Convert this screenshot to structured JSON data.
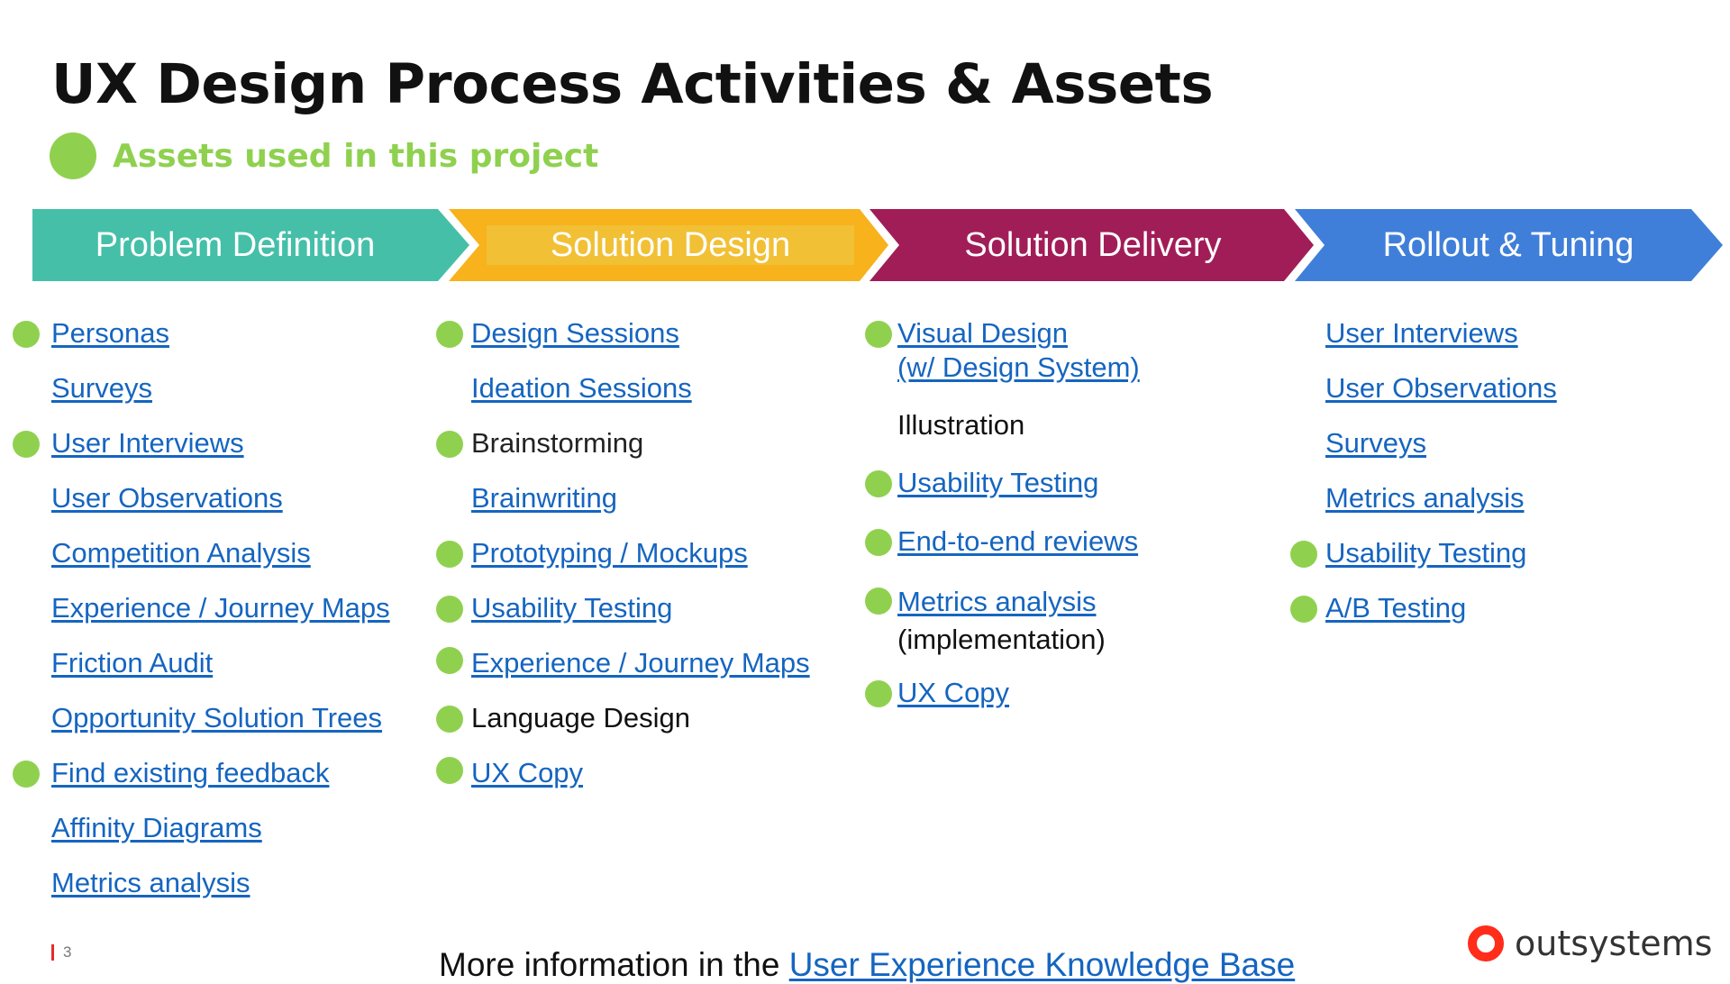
{
  "title": "UX Design Process Activities & Assets",
  "legend": {
    "label": "Assets used in this project",
    "color": "#8fd14f"
  },
  "phases": [
    {
      "label": "Problem Definition",
      "color": "#45bfa8"
    },
    {
      "label": "Solution Design",
      "color": "#f7b21c"
    },
    {
      "label": "Solution Delivery",
      "color": "#a11d57"
    },
    {
      "label": "Rollout & Tuning",
      "color": "#3f7fd9"
    }
  ],
  "columns": [
    [
      {
        "label": "Personas",
        "used": true,
        "link": true
      },
      {
        "label": "Surveys",
        "used": false,
        "link": true
      },
      {
        "label": "User Interviews",
        "used": true,
        "link": true
      },
      {
        "label": "User Observations",
        "used": false,
        "link": true
      },
      {
        "label": "Competition Analysis",
        "used": false,
        "link": true
      },
      {
        "label": "Experience / Journey Maps",
        "used": false,
        "link": true
      },
      {
        "label": "Friction Audit",
        "used": false,
        "link": true
      },
      {
        "label": "Opportunity Solution Trees",
        "used": false,
        "link": true
      },
      {
        "label": "Find existing feedback",
        "used": true,
        "link": true
      },
      {
        "label": "Affinity Diagrams",
        "used": false,
        "link": true
      },
      {
        "label": "Metrics analysis",
        "used": false,
        "link": true
      }
    ],
    [
      {
        "label": "Design Sessions",
        "used": true,
        "link": true
      },
      {
        "label": "Ideation Sessions",
        "used": false,
        "link": true
      },
      {
        "label": "Brainstorming",
        "used": true,
        "link": false
      },
      {
        "label": "Brainwriting",
        "used": false,
        "link": true
      },
      {
        "label": "Prototyping / Mockups",
        "used": true,
        "link": true
      },
      {
        "label": "Usability Testing",
        "used": true,
        "link": true
      },
      {
        "label": "Experience / Journey Maps",
        "used": true,
        "link": true
      },
      {
        "label": "Language Design",
        "used": true,
        "link": false
      },
      {
        "label": "UX Copy",
        "used": true,
        "link": true
      }
    ],
    [
      {
        "label": "Visual Design",
        "label2": "(w/ Design System)",
        "used": true,
        "link": true
      },
      {
        "label": "Illustration",
        "used": false,
        "link": false
      },
      {
        "label": "Usability Testing",
        "used": true,
        "link": true
      },
      {
        "label": "End-to-end reviews",
        "used": true,
        "link": true
      },
      {
        "label": "Metrics analysis",
        "label2": "(implementation)",
        "used": true,
        "link": true
      },
      {
        "label": "UX Copy",
        "used": true,
        "link": true
      }
    ],
    [
      {
        "label": "User Interviews",
        "used": false,
        "link": true
      },
      {
        "label": "User Observations",
        "used": false,
        "link": true
      },
      {
        "label": "Surveys",
        "used": false,
        "link": true
      },
      {
        "label": "Metrics analysis",
        "used": false,
        "link": true
      },
      {
        "label": "Usability Testing",
        "used": true,
        "link": true
      },
      {
        "label": "A/B Testing",
        "used": true,
        "link": true
      }
    ]
  ],
  "footer": {
    "prefix": "More information in the ",
    "link": "User Experience Knowledge Base"
  },
  "page_number": "3",
  "logo": {
    "text": "outsystems",
    "icon": "ring-logo-icon",
    "color": "#ff2d1a"
  }
}
